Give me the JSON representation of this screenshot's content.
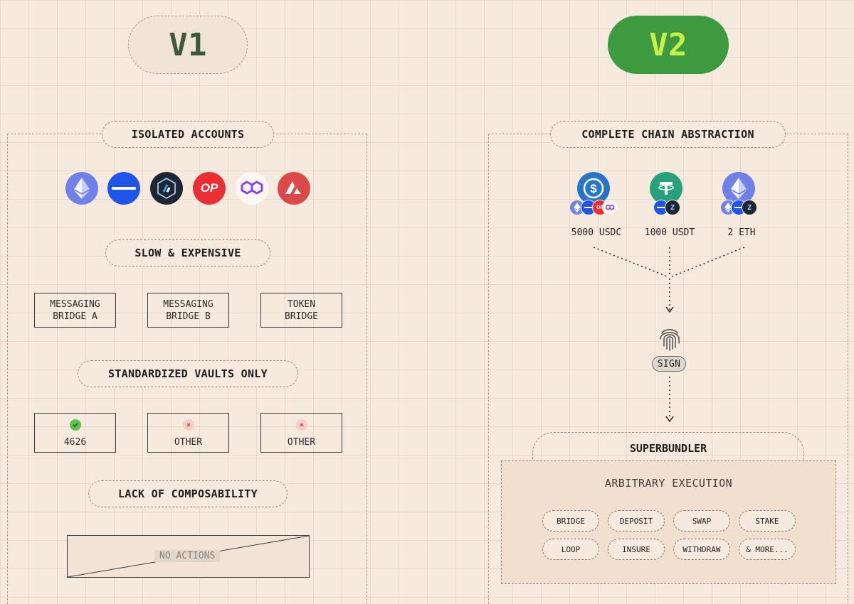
{
  "v1": {
    "version_label": "V1",
    "sections": {
      "isolated_accounts": "ISOLATED ACCOUNTS",
      "slow_expensive": "SLOW & EXPENSIVE",
      "standardized_vaults": "STANDARDIZED VAULTS ONLY",
      "lack_composability": "LACK OF COMPOSABILITY"
    },
    "chain_icons": [
      "ethereum-icon",
      "base-icon",
      "arbitrum-icon",
      "optimism-icon",
      "polygon-icon",
      "avalanche-icon"
    ],
    "optimism_text": "OP",
    "bridges": [
      {
        "line1": "MESSAGING",
        "line2": "BRIDGE A"
      },
      {
        "line1": "MESSAGING",
        "line2": "BRIDGE B"
      },
      {
        "line1": "TOKEN",
        "line2": "BRIDGE"
      }
    ],
    "vaults": [
      {
        "label": "4626",
        "status": "supported"
      },
      {
        "label": "OTHER",
        "status": "unsupported"
      },
      {
        "label": "OTHER",
        "status": "unsupported"
      }
    ],
    "no_actions": "NO ACTIONS"
  },
  "v2": {
    "version_label": "V2",
    "section_title": "COMPLETE CHAIN ABSTRACTION",
    "tokens": [
      {
        "label": "5000 USDC",
        "icon": "usdc-icon"
      },
      {
        "label": "1000 USDT",
        "icon": "tether-icon"
      },
      {
        "label": "2 ETH",
        "icon": "ethereum-icon"
      }
    ],
    "sign_label": "SIGN",
    "superbundler_title": "SUPERBUNDLER",
    "execution_title": "ARBITRARY EXECUTION",
    "actions": [
      "BRIDGE",
      "DEPOSIT",
      "SWAP",
      "STAKE",
      "LOOP",
      "INSURE",
      "WITHDRAW",
      "& MORE..."
    ]
  },
  "colors": {
    "background": "#f6e9dd",
    "v2_green": "#3e9a3e",
    "v2_text": "#c7f04a",
    "v1_text": "#3d5a3d",
    "check_green": "#5bc24a",
    "cross_red": "#e27070"
  }
}
